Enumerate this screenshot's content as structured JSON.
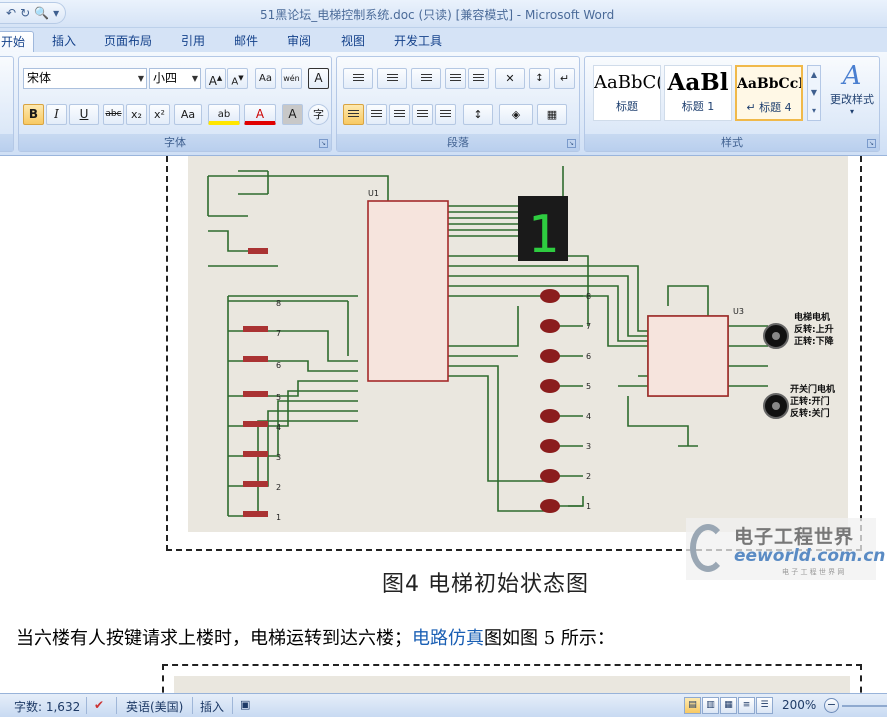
{
  "titlebar": {
    "title": "51黑论坛_电梯控制系统.doc (只读) [兼容模式] - Microsoft Word",
    "qat": {
      "undo": "↶",
      "redo": "↻",
      "print_preview": "🔍",
      "customize": "▾"
    }
  },
  "tabs": [
    "开始",
    "插入",
    "页面布局",
    "引用",
    "邮件",
    "审阅",
    "视图",
    "开发工具"
  ],
  "ribbon": {
    "font": {
      "label": "字体",
      "font_name": "宋体",
      "font_size": "小四",
      "grow": "A",
      "shrink": "A",
      "clear": "Aa",
      "phonetic": "wén",
      "border_char": "A",
      "bold": "B",
      "italic": "I",
      "underline": "U",
      "strike": "abc",
      "sub": "x₂",
      "sup": "x²",
      "case": "Aa",
      "highlight": "ab",
      "color": "A",
      "shade": "A",
      "enclose": "字"
    },
    "paragraph": {
      "label": "段落"
    },
    "styles": {
      "label": "样式",
      "cards": [
        {
          "sample": "AaBbC(",
          "name": "标题"
        },
        {
          "sample": "AaBl",
          "name": "标题 1"
        },
        {
          "sample": "AaBbCcI",
          "name": "↵ 标题 4"
        }
      ],
      "change": "更改样式"
    }
  },
  "figure": {
    "caption": "图4 电梯初始状态图",
    "watermark_title": "电子工程世界",
    "watermark_url": "eeworld.com.cn",
    "watermark_sub": "电 子 工 程 世 界 网",
    "labels": {
      "motor1_title": "电梯电机",
      "motor1_rev": "反转:上升",
      "motor1_fwd": "正转:下降",
      "motor2_title": "开关门电机",
      "motor2_fwd": "正转:开门",
      "motor2_rev": "反转:关门",
      "floors": [
        "8",
        "7",
        "6",
        "5",
        "4",
        "3",
        "2",
        "1"
      ],
      "leds": [
        "8",
        "7",
        "6",
        "5",
        "4",
        "3",
        "2",
        "1"
      ],
      "display": "1",
      "u1": "U1",
      "u3": "U3"
    }
  },
  "para": {
    "before": "当六楼有人按键请求上楼时，电梯运转到达六楼；",
    "link": "电路仿真",
    "after": "图如图 5 所示："
  },
  "statusbar": {
    "words": "字数: 1,632",
    "lang": "英语(美国)",
    "mode": "插入",
    "zoom": "200%"
  }
}
